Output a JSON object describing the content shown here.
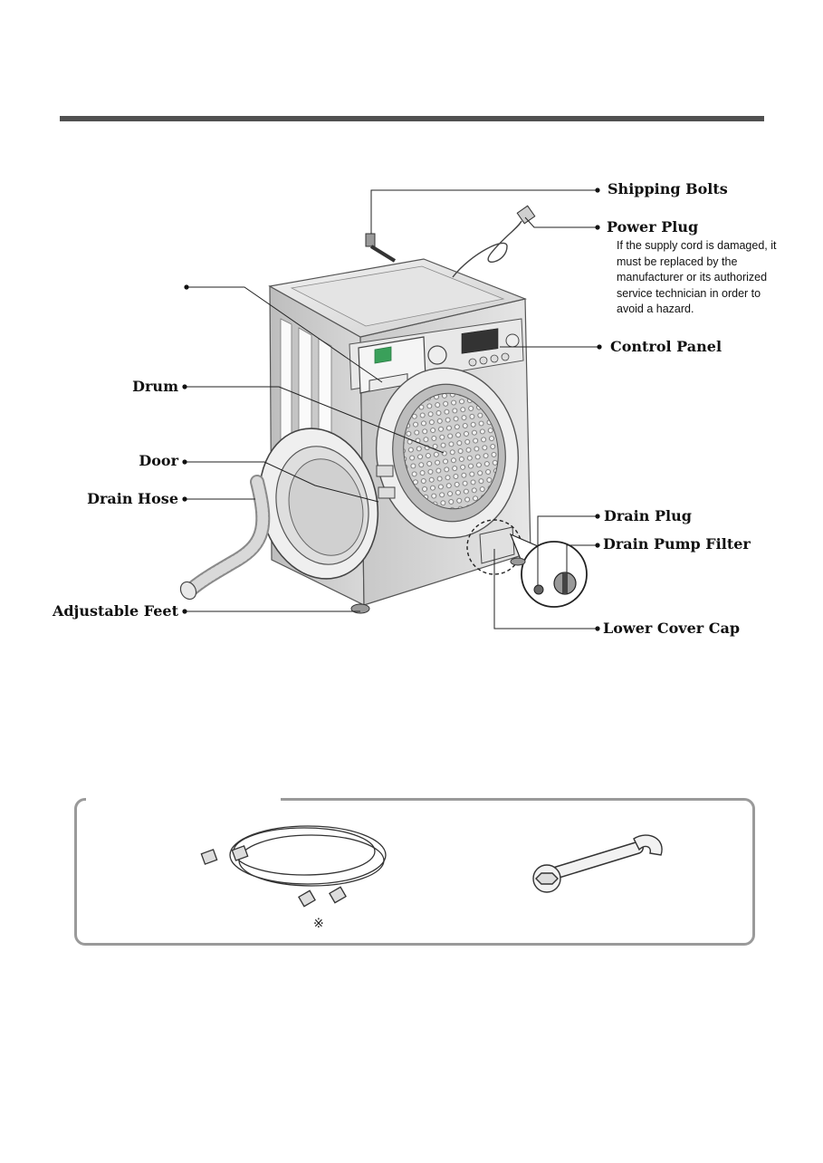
{
  "labels": {
    "shipping_bolts": "Shipping Bolts",
    "power_plug": "Power Plug",
    "power_plug_note": "If the supply cord is damaged, it must be replaced by the manufacturer or its authorized service technician in order to avoid a hazard.",
    "control_panel": "Control Panel",
    "drum": "Drum",
    "door": "Door",
    "drain_hose": "Drain Hose",
    "adjustable_feet": "Adjustable Feet",
    "drain_plug": "Drain Plug",
    "drain_pump_filter": "Drain Pump Filter",
    "lower_cover_cap": "Lower Cover Cap"
  },
  "accessories": {
    "hose_mark": "※"
  },
  "colors": {
    "rule": "#505050",
    "panel_border": "#9a9a9a",
    "machine_body": "#d9d9d9",
    "detergent_green": "#3aa05a"
  }
}
